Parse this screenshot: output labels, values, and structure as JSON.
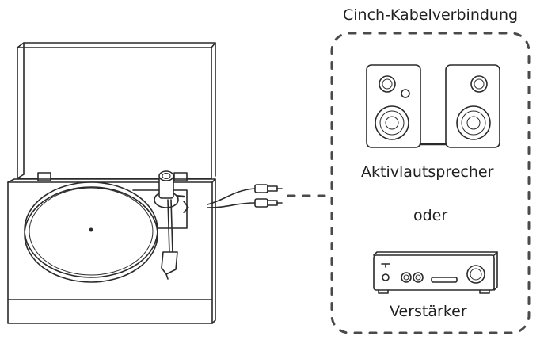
{
  "title": "Cinch-Kabelverbindung",
  "labels": {
    "speakers": "Aktivlautsprecher",
    "or": "oder",
    "amplifier": "Verstärker"
  }
}
